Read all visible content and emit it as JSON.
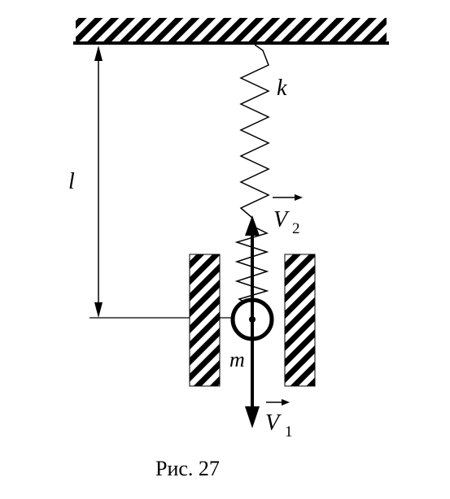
{
  "labels": {
    "spring_constant": "k",
    "length": "l",
    "mass": "m",
    "velocity2_main": "V",
    "velocity2_sub": "2",
    "velocity1_main": "V",
    "velocity1_sub": "1"
  },
  "caption": "Рис. 27"
}
